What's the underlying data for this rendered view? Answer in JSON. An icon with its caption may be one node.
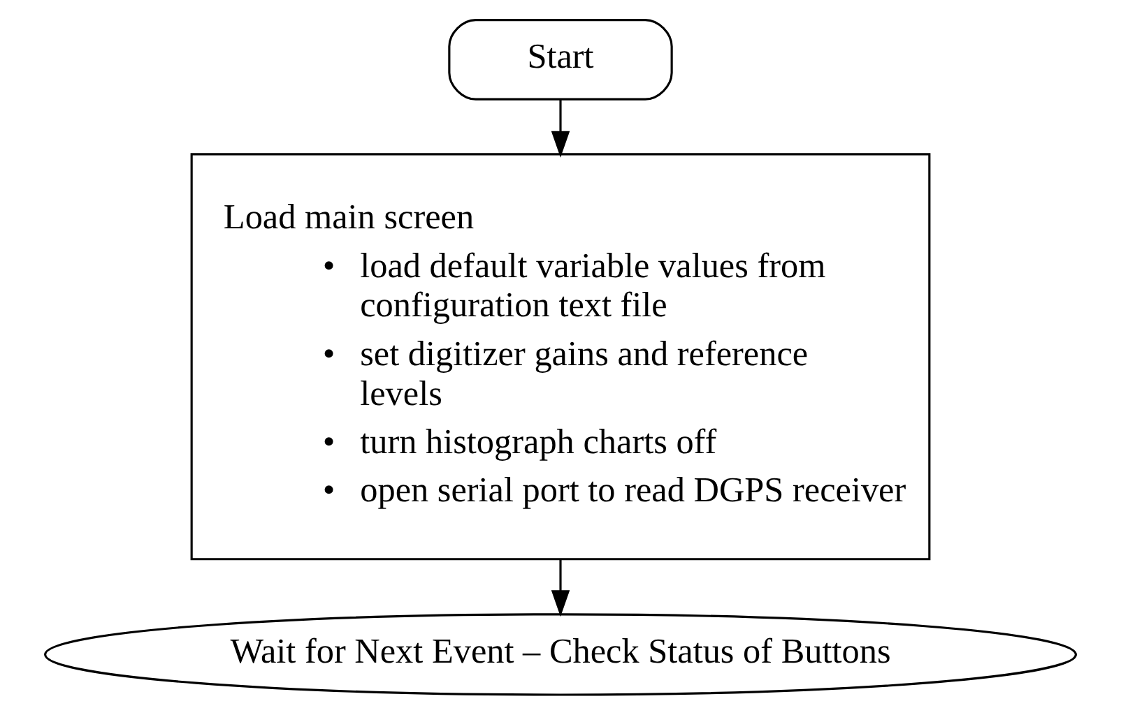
{
  "diagram": {
    "nodes": [
      {
        "text": [
          "Start"
        ]
      },
      {
        "text": [
          "Load main screen",
          "load default variable values from configuration text file",
          "set digitizer gains and reference levels",
          "turn histograph charts off",
          "open serial port to read DGPS receiver"
        ]
      },
      {
        "text": [
          "Wait for Next Event – Check Status of Buttons"
        ]
      }
    ],
    "labels": [
      "•",
      "•",
      "•",
      "•"
    ],
    "edges": [
      {
        "from": 0,
        "to": 1,
        "arrow": "to"
      },
      {
        "from": 1,
        "to": 2,
        "arrow": "to"
      }
    ]
  }
}
